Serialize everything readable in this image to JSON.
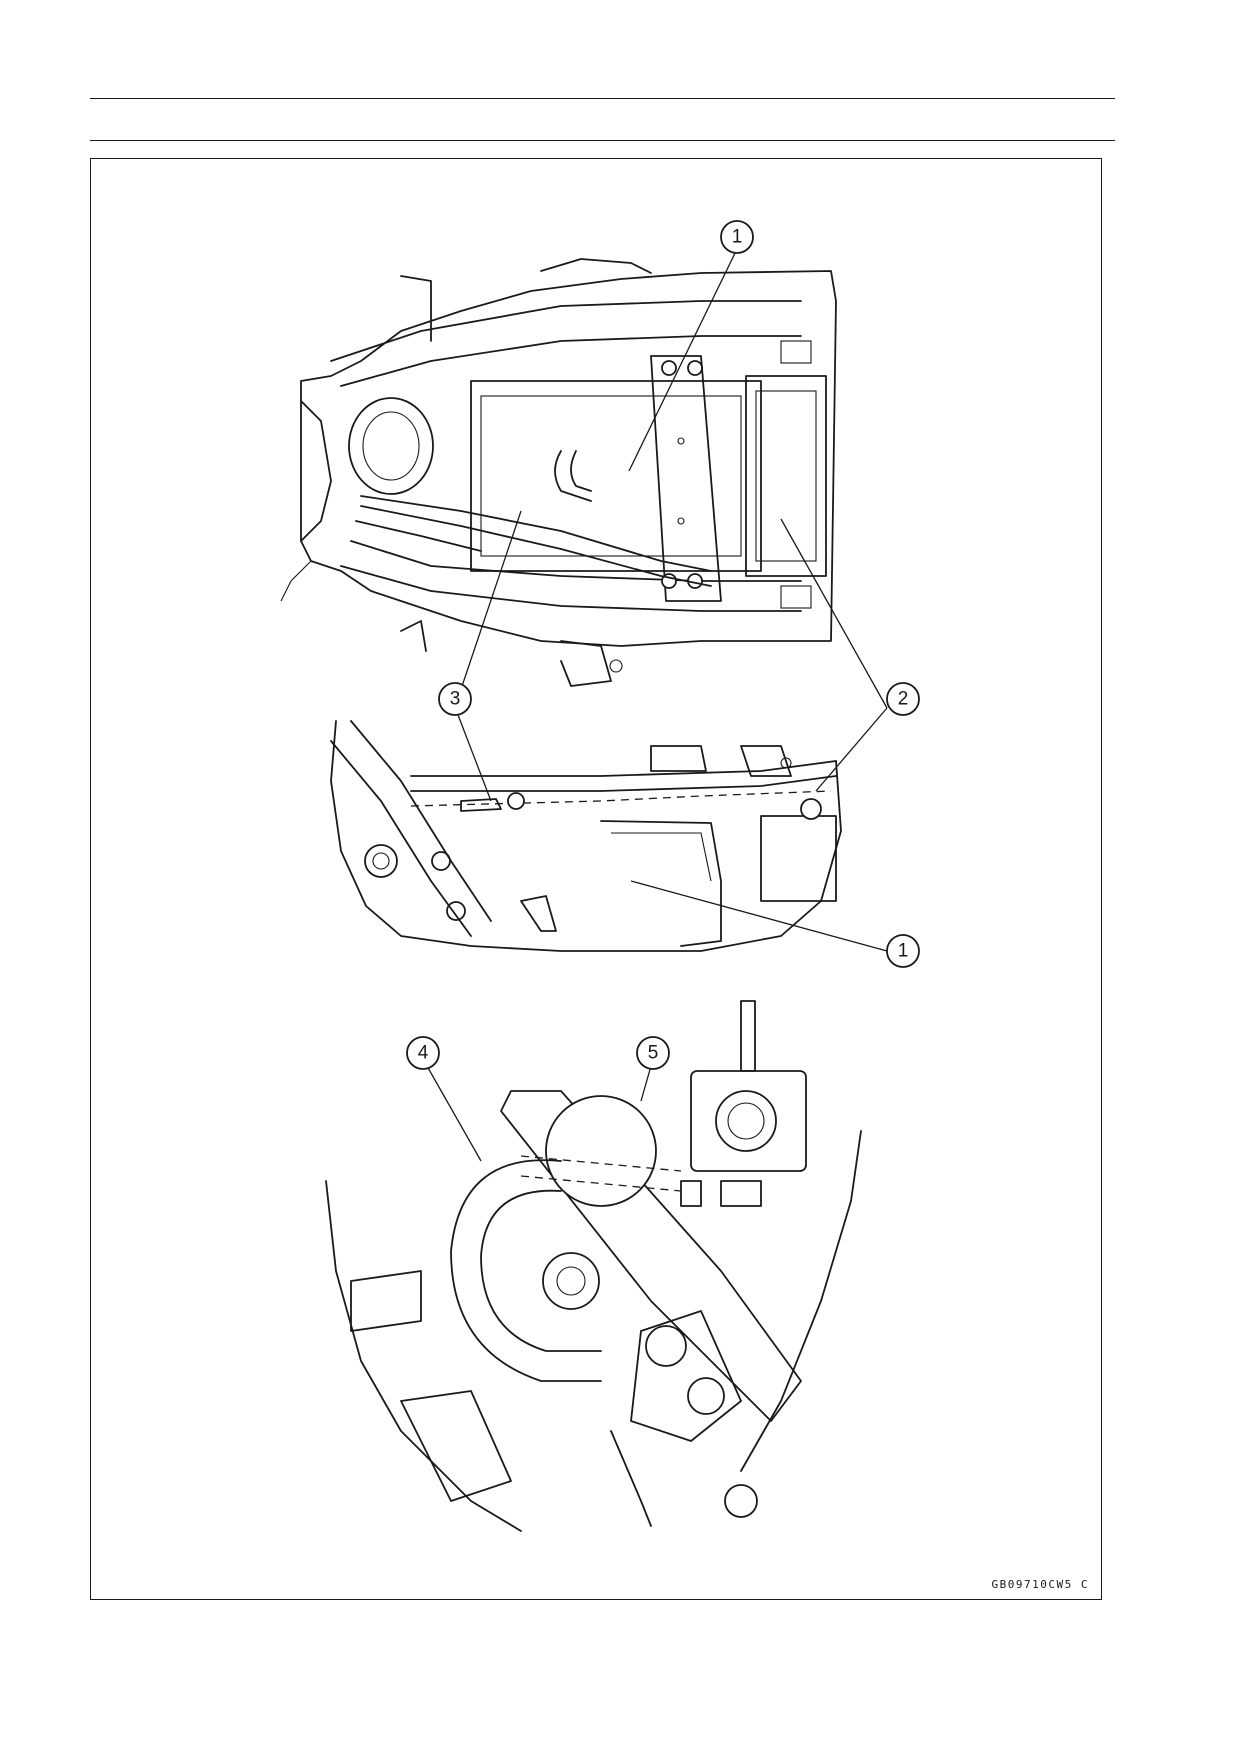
{
  "figure": {
    "code": "GB09710CW5 C",
    "callouts": [
      "1",
      "2",
      "3",
      "4",
      "5"
    ]
  }
}
